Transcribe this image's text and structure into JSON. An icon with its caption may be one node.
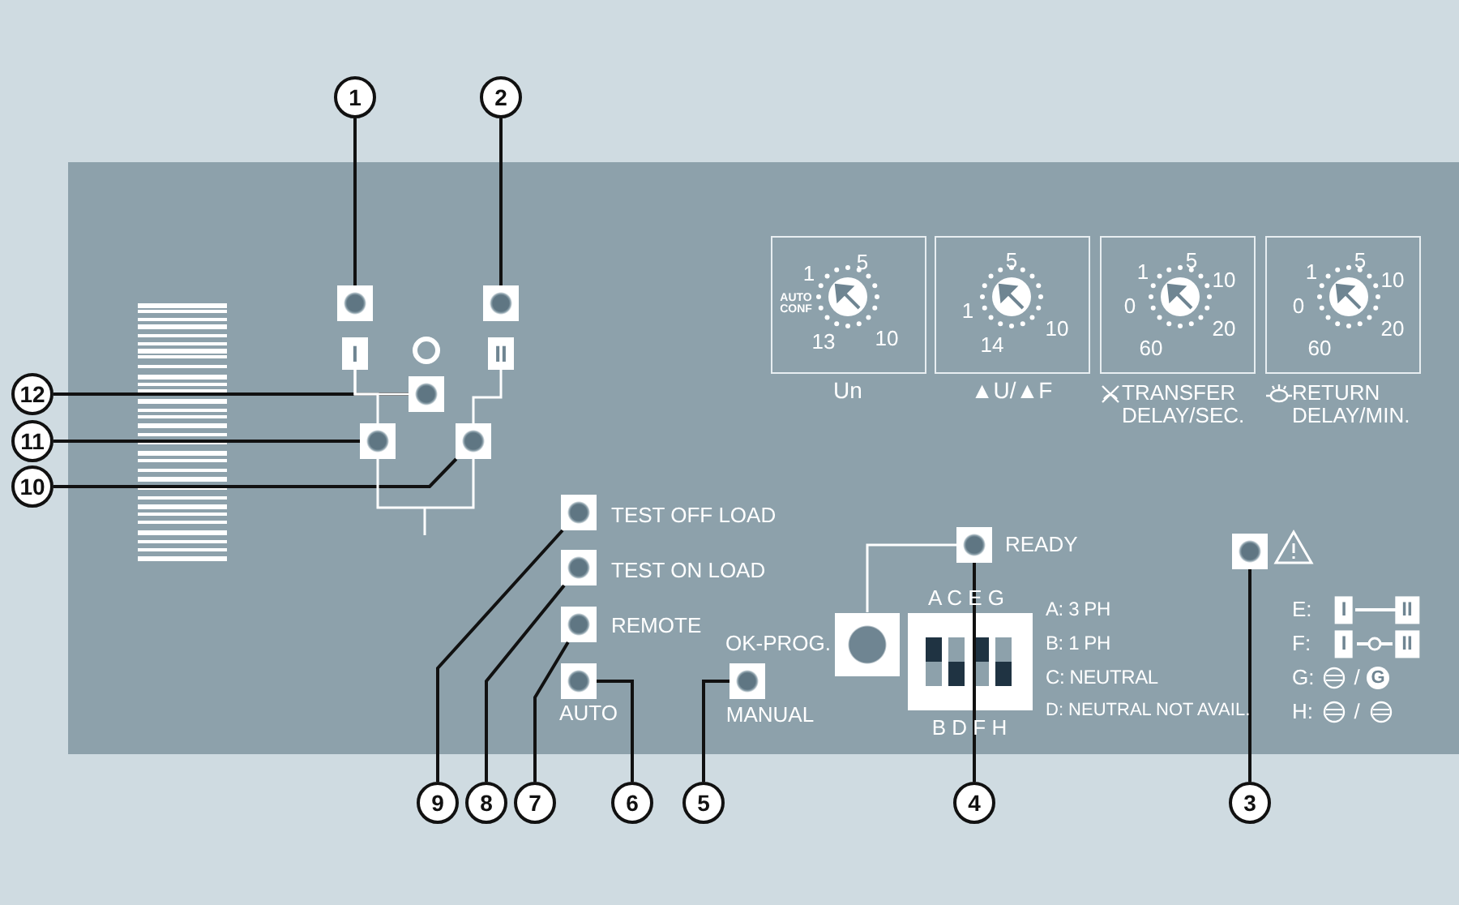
{
  "diagram": {
    "nodes": [
      {
        "text": [
          "1"
        ]
      },
      {
        "text": [
          "2"
        ]
      },
      {
        "text": [
          "12"
        ]
      },
      {
        "text": [
          "11"
        ]
      },
      {
        "text": [
          "10"
        ]
      },
      {
        "text": [
          "9"
        ]
      },
      {
        "text": [
          "8"
        ]
      },
      {
        "text": [
          "7"
        ]
      },
      {
        "text": [
          "6"
        ]
      },
      {
        "text": [
          "5"
        ]
      },
      {
        "text": [
          "4"
        ]
      },
      {
        "text": [
          "3"
        ]
      },
      {
        "text": [],
        "shape": "box"
      },
      {
        "text": [],
        "shape": "box"
      },
      {
        "text": [],
        "shape": "box"
      },
      {
        "text": [],
        "shape": "box"
      },
      {
        "text": [],
        "shape": "box"
      },
      {
        "text": [],
        "shape": "box",
        "beside": [
          "TEST OFF LOAD"
        ]
      },
      {
        "text": [],
        "shape": "box",
        "beside": [
          "TEST ON LOAD"
        ]
      },
      {
        "text": [],
        "shape": "box",
        "beside": [
          "REMOTE"
        ]
      },
      {
        "text": [],
        "shape": "box",
        "beside": [
          "AUTO"
        ]
      },
      {
        "text": [],
        "shape": "box",
        "beside": [
          "OK-PROG.",
          "MANUAL"
        ]
      },
      {
        "text": [],
        "shape": "box",
        "beside": [
          "READY"
        ]
      },
      {
        "text": [],
        "shape": "box"
      },
      {
        "text": [
          "I"
        ]
      },
      {
        "text": [
          "II"
        ]
      },
      {
        "text": [],
        "shape": "box"
      }
    ],
    "edges": [
      {
        "from": 0,
        "to": 12,
        "arrow": "none"
      },
      {
        "from": 1,
        "to": 13,
        "arrow": "none"
      },
      {
        "from": 2,
        "to": 14,
        "arrow": "none"
      },
      {
        "from": 3,
        "to": 15,
        "arrow": "none"
      },
      {
        "from": 4,
        "to": 16,
        "arrow": "none"
      },
      {
        "from": 5,
        "to": 17,
        "arrow": "none"
      },
      {
        "from": 6,
        "to": 18,
        "arrow": "none"
      },
      {
        "from": 7,
        "to": 19,
        "arrow": "none"
      },
      {
        "from": 8,
        "to": 20,
        "arrow": "none"
      },
      {
        "from": 9,
        "to": 21,
        "arrow": "none"
      },
      {
        "from": 10,
        "to": 22,
        "arrow": "none"
      },
      {
        "from": 11,
        "to": 23,
        "arrow": "none"
      },
      {
        "from": 24,
        "to": 14,
        "arrow": "none",
        "color": "#ffffff"
      },
      {
        "from": 24,
        "to": 15,
        "arrow": "none",
        "color": "#ffffff"
      },
      {
        "from": 25,
        "to": 16,
        "arrow": "none",
        "color": "#ffffff"
      },
      {
        "from": 15,
        "to": 16,
        "arrow": "none",
        "color": "#ffffff"
      },
      {
        "from": 26,
        "to": 22,
        "arrow": "none",
        "color": "#ffffff"
      }
    ],
    "labels": [
      "5",
      "1",
      "AUTO CONF",
      "13",
      "10",
      "Un",
      "5",
      "1",
      "14",
      "10",
      "▲U/▲F",
      "5",
      "1",
      "10",
      "0",
      "20",
      "60",
      "TRANSFER DELAY/SEC.",
      "5",
      "1",
      "10",
      "0",
      "20",
      "60",
      "RETURN DELAY/MIN.",
      "A C E G",
      "A: 3 PH",
      "E:",
      "I",
      "II",
      "B: 1 PH",
      "F:",
      "I",
      "II",
      "C: NEUTRAL",
      "G:",
      "/",
      "G",
      "D: NEUTRAL NOT AVAIL.",
      "B D F H",
      "H:",
      "/"
    ]
  }
}
